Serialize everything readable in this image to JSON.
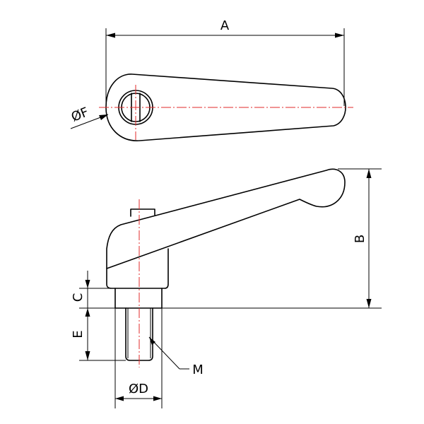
{
  "labels": {
    "a": "A",
    "b": "B",
    "c": "C",
    "d": "ØD",
    "e": "E",
    "f": "ØF",
    "m": "M"
  },
  "colors": {
    "centerline": "#e0282a",
    "line": "#000000",
    "background": "#ffffff"
  }
}
